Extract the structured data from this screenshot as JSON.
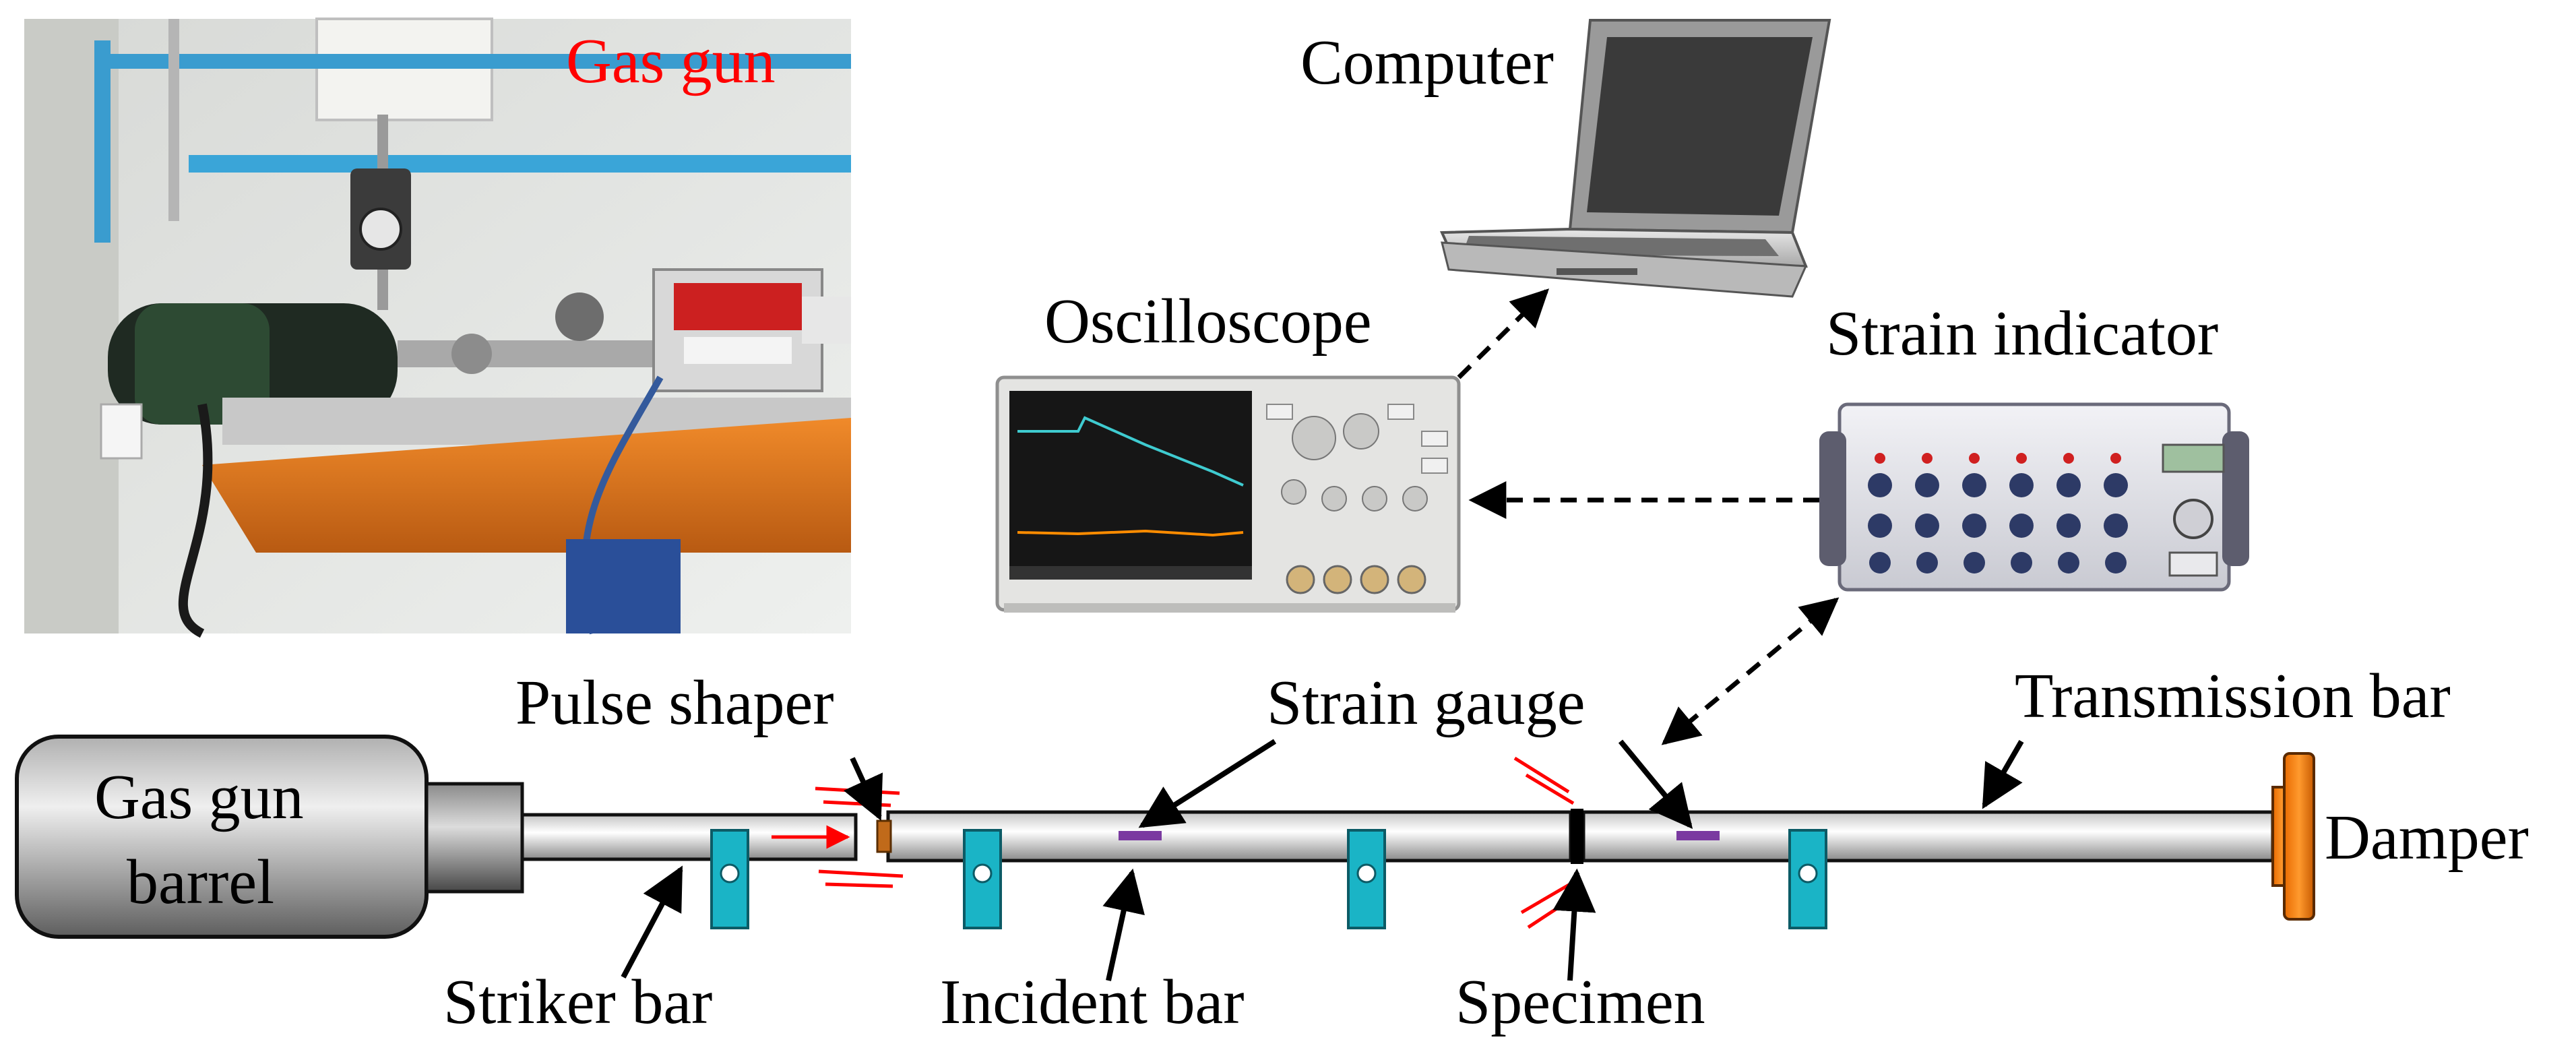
{
  "labels": {
    "gas_gun_photo": "Gas gun",
    "computer": "Computer",
    "oscilloscope": "Oscilloscope",
    "strain_indicator": "Strain indicator",
    "pulse_shaper": "Pulse shaper",
    "strain_gauge": "Strain gauge",
    "transmission_bar": "Transmission bar",
    "gas_gun_barrel_line1": "Gas gun",
    "gas_gun_barrel_line2": "barrel",
    "damper": "Damper",
    "striker_bar": "Striker bar",
    "incident_bar": "Incident bar",
    "specimen": "Specimen"
  },
  "photo_icon": "gas-gun-photo",
  "colors": {
    "photo_label": "#ff0000",
    "impact_arrow": "#ff0000",
    "bar_support": "#1ab4c6",
    "strain_gauge": "#7a3aa0",
    "damper": "#ff7a00",
    "pulse_shaper": "#c06a1a"
  }
}
